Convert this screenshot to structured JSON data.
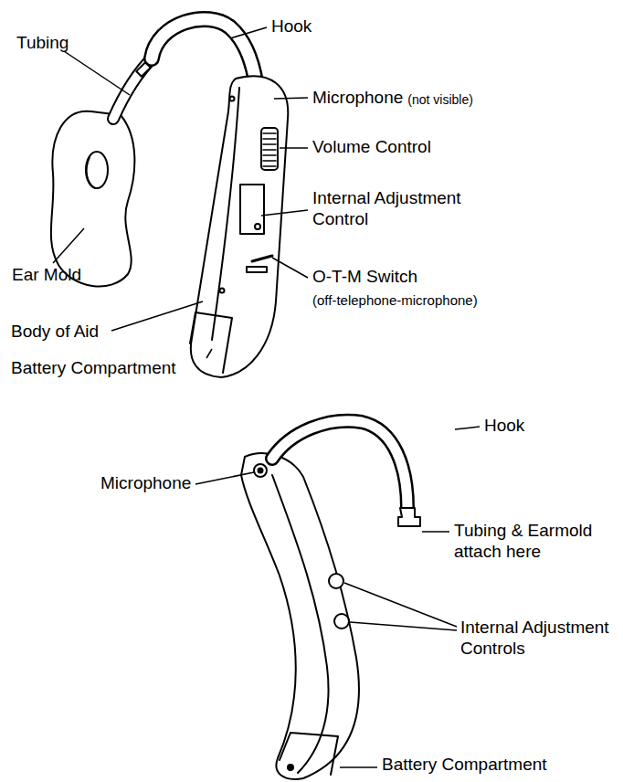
{
  "diagram": {
    "labels": [
      "Hook",
      "Tubing",
      "Microphone",
      "(not visible)",
      "Volume Control",
      "Internal Adjustment Control",
      "Ear Mold",
      "O-T-M Switch",
      "(off-telephone-microphone)",
      "Body of Aid",
      "Battery Compartment",
      "Hook",
      "Microphone",
      "Tubing & Earmold attach here",
      "Internal Adjustment Controls",
      "Battery Compartment"
    ]
  }
}
